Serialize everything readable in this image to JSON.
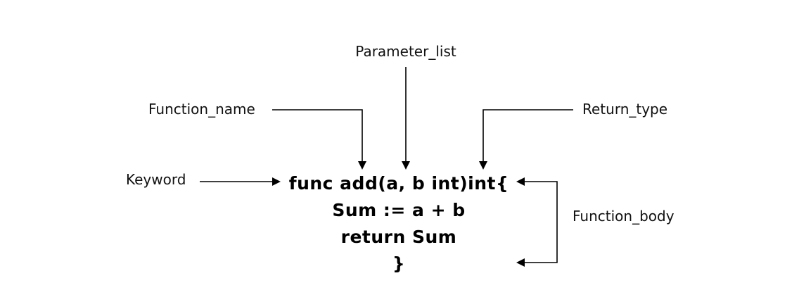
{
  "labels": {
    "parameter_list": "Parameter_list",
    "function_name": "Function_name",
    "return_type": "Return_type",
    "keyword": "Keyword",
    "function_body": "Function_body"
  },
  "code": {
    "line1": "func add(a, b int)int{",
    "line2": "Sum := a + b",
    "line3": "return Sum",
    "line4": "}"
  },
  "colors": {
    "ink": "#000000",
    "background": "#ffffff"
  }
}
